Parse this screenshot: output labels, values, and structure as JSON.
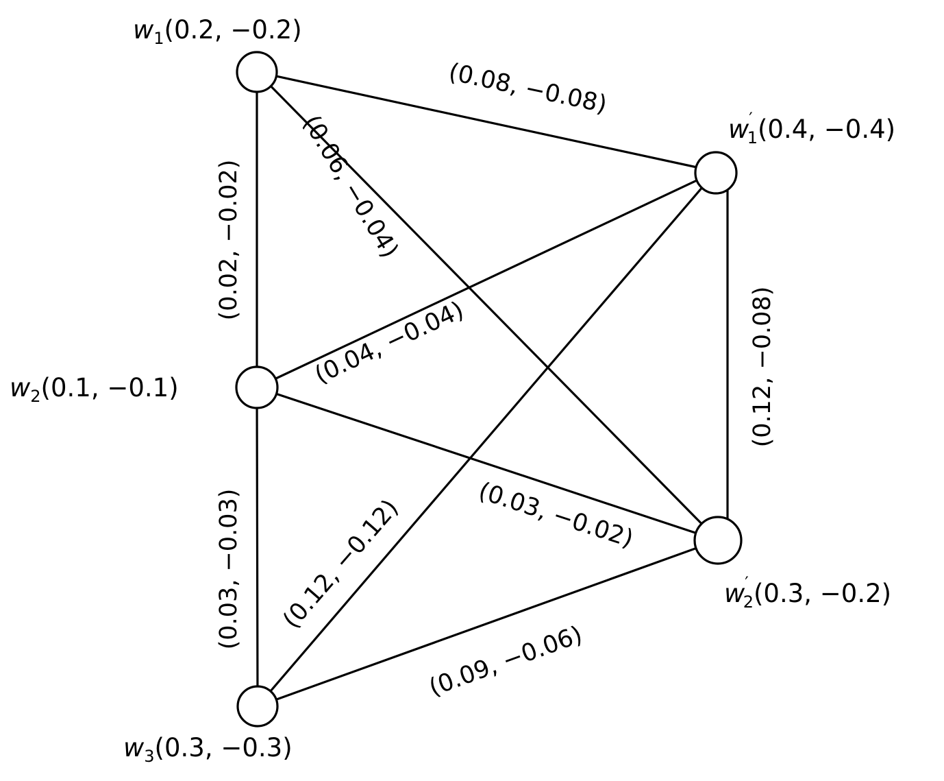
{
  "nodes": [
    {
      "id": "w1",
      "symbol": "w",
      "prime": false,
      "subscript": "1",
      "value": "(0.2, −0.2)"
    },
    {
      "id": "w2",
      "symbol": "w",
      "prime": false,
      "subscript": "2",
      "value": "(0.1, −0.1)"
    },
    {
      "id": "w3",
      "symbol": "w",
      "prime": false,
      "subscript": "3",
      "value": "(0.3, −0.3)"
    },
    {
      "id": "w1p",
      "symbol": "w",
      "prime": true,
      "subscript": "1",
      "value": "(0.4, −0.4)"
    },
    {
      "id": "w2p",
      "symbol": "w",
      "prime": true,
      "subscript": "2",
      "value": "(0.3, −0.2)"
    }
  ],
  "edges": [
    {
      "from": "w1",
      "to": "w1p",
      "label": "(0.08, −0.08)"
    },
    {
      "from": "w1",
      "to": "w2",
      "label": "(0.02, −0.02)"
    },
    {
      "from": "w1",
      "to": "w2p",
      "label": "(0.06, −0.04)"
    },
    {
      "from": "w2",
      "to": "w1p",
      "label": "(0.04, −0.04)"
    },
    {
      "from": "w2",
      "to": "w2p",
      "label": "(0.03, −0.02)"
    },
    {
      "from": "w2",
      "to": "w3",
      "label": "(0.03, −0.03)"
    },
    {
      "from": "w3",
      "to": "w1p",
      "label": "(0.12, −0.12)"
    },
    {
      "from": "w3",
      "to": "w2p",
      "label": "(0.09, −0.06)"
    },
    {
      "from": "w1p",
      "to": "w2p",
      "label": "(0.12, −0.08)"
    }
  ]
}
